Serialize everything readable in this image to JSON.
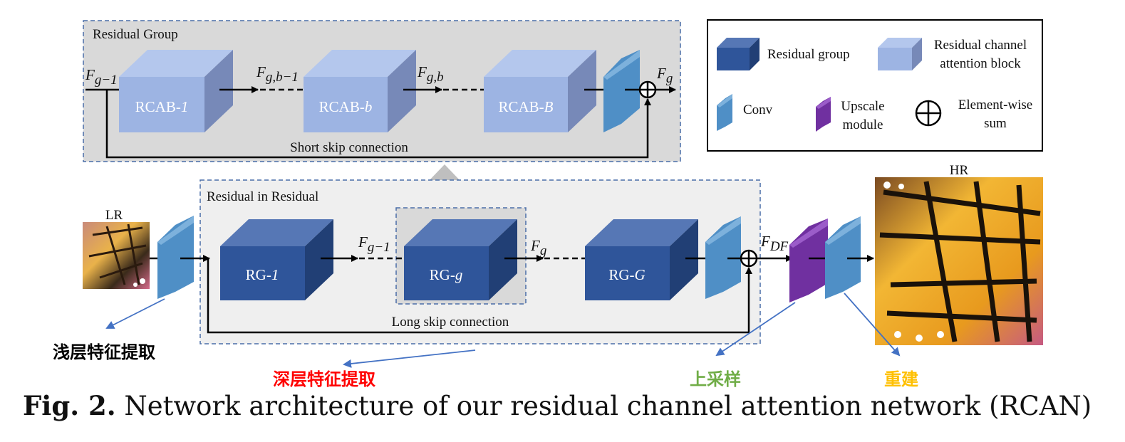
{
  "residual_group": {
    "title": "Residual Group",
    "rcab_prefix": "RCAB-",
    "rcab1_suffix": "1",
    "rcabb_suffix": "b",
    "rcabB_suffix": "B",
    "in_label": "F",
    "in_sub": "g−1",
    "mid1_label": "F",
    "mid1_sub": "g,b−1",
    "mid2_label": "F",
    "mid2_sub": "g,b",
    "out_label": "F",
    "out_sub": "g",
    "skip_label": "Short skip connection"
  },
  "rir": {
    "title": "Residual in Residual",
    "rg_prefix": "RG-",
    "rg1_suffix": "1",
    "rgg_suffix": "g",
    "rgG_suffix": "G",
    "in_label": "F",
    "in_sub": "g−1",
    "out_label": "F",
    "out_sub": "g",
    "skip_label": "Long skip connection"
  },
  "fdf_label": "F",
  "fdf_sub": "DF",
  "lr_label": "LR",
  "hr_label": "HR",
  "legend": {
    "residual_group": "Residual group",
    "rcab_line1": "Residual channel",
    "rcab_line2": "attention block",
    "conv": "Conv",
    "upscale_line1": "Upscale",
    "upscale_line2": "module",
    "sum_line1": "Element-wise",
    "sum_line2": "sum"
  },
  "annotations": {
    "shallow": "浅层特征提取",
    "deep": "深层特征提取",
    "upsample": "上采样",
    "rebuild": "重建"
  },
  "colors": {
    "rcab_front": "#9db4e3",
    "rcab_top": "#b4c7ed",
    "rcab_side": "#7789b8",
    "rg_front": "#2f559a",
    "rg_top": "#5677b5",
    "rg_side": "#213f75",
    "conv": "#4f8fc6",
    "upscale": "#7030a0",
    "box_bg": "#d9d9d9",
    "rir_bg": "#efefef",
    "dash": "#4a6ea8",
    "annot_blue": "#4472c4",
    "shallow": "#000000",
    "deep": "#ff0000",
    "upsample": "#70ad47",
    "rebuild": "#ffc000"
  },
  "caption": {
    "fig": "Fig. 2.",
    "text": "Network architecture of our residual channel attention network (RCAN)"
  }
}
